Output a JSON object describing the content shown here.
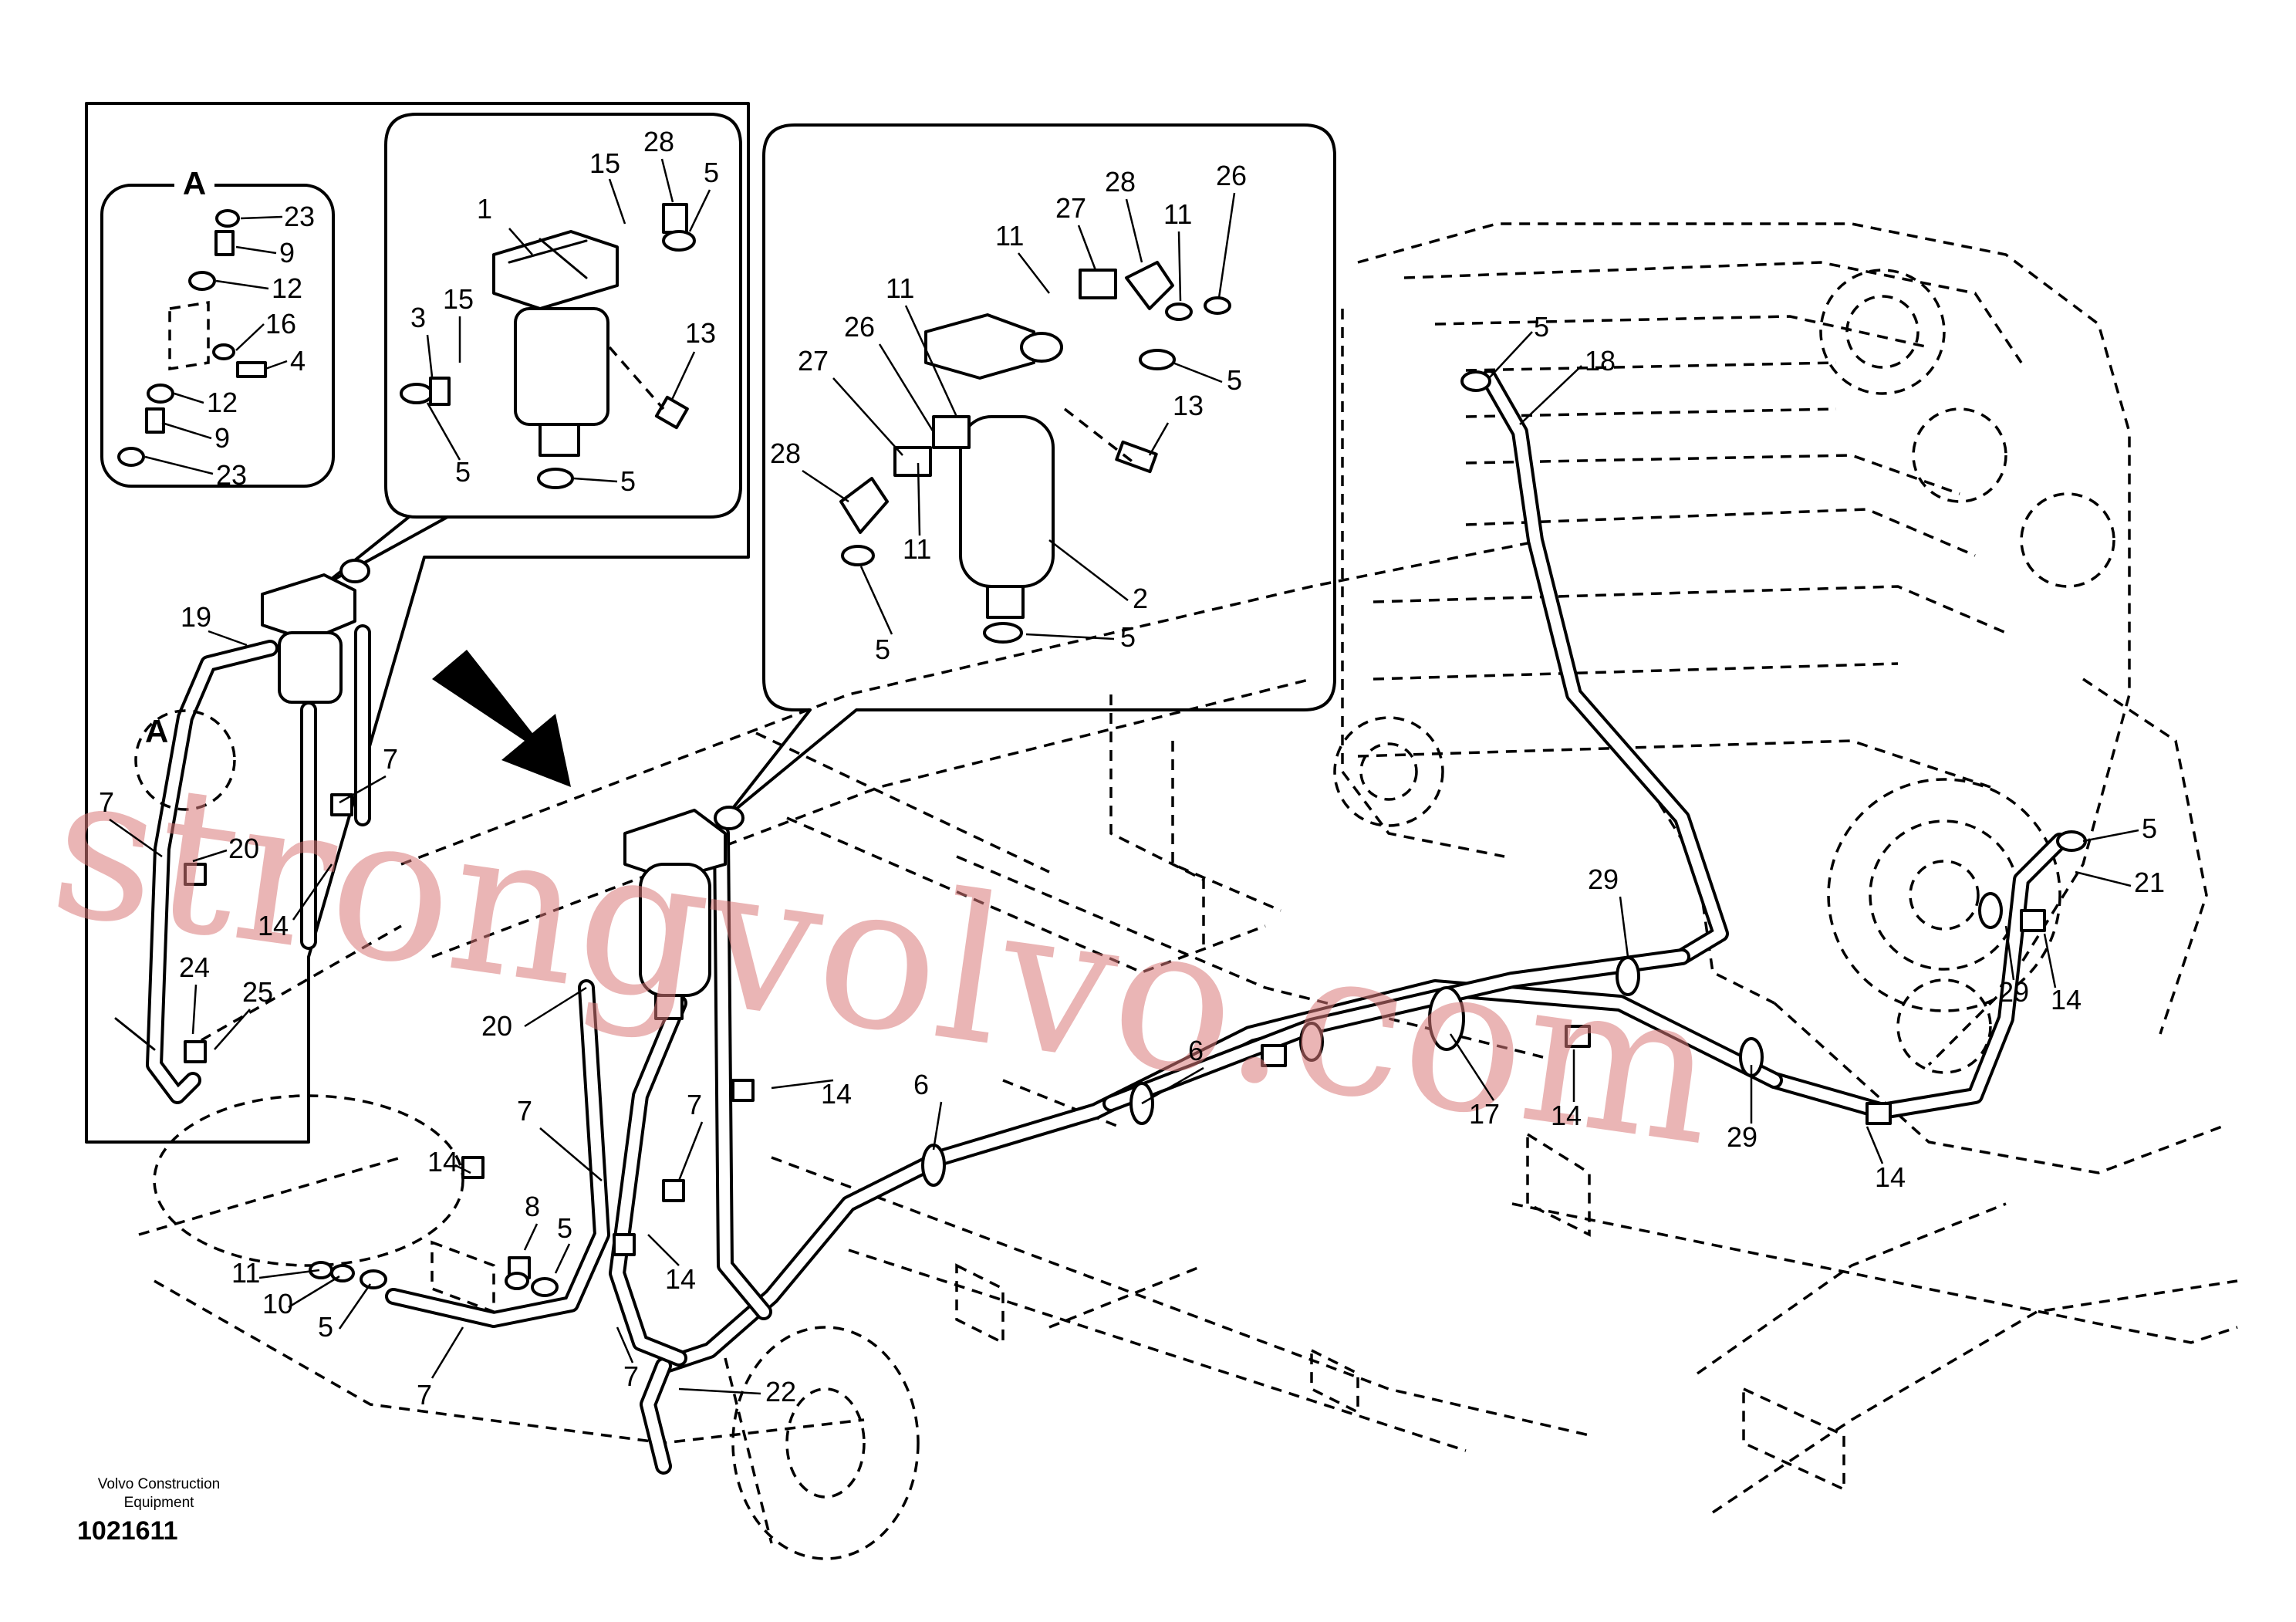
{
  "inset_a_letter": "A",
  "callouts": {
    "insetA": [
      "23",
      "9",
      "12",
      "16",
      "4",
      "12",
      "9",
      "23"
    ],
    "insetB": [
      "1",
      "15",
      "28",
      "5",
      "3",
      "15",
      "13",
      "5",
      "5"
    ],
    "insetC": [
      "11",
      "27",
      "28",
      "11",
      "26",
      "26",
      "11",
      "27",
      "28",
      "5",
      "13",
      "11",
      "5",
      "2",
      "5"
    ],
    "left": [
      "19",
      "A",
      "7",
      "7",
      "20",
      "14",
      "24",
      "25"
    ],
    "main": [
      "5",
      "18",
      "5",
      "21",
      "29",
      "29",
      "14",
      "6",
      "6",
      "17",
      "14",
      "29",
      "14",
      "20",
      "7",
      "7",
      "14",
      "14",
      "8",
      "5",
      "14",
      "11",
      "10",
      "5",
      "7",
      "7",
      "22"
    ]
  },
  "watermark": "strongvolvo.com",
  "brand_lines": [
    "Volvo Construction",
    "Equipment"
  ],
  "reference_number": "1021611"
}
